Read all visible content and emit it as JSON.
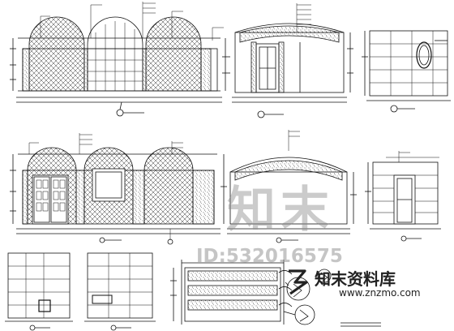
{
  "watermark": {
    "cn_text": "知末",
    "id_text": "ID:532016575"
  },
  "brand": {
    "name_cn": "知末资料库",
    "url": "www.znzmo.com",
    "logo_icon": "znzmo-logo-icon"
  },
  "colors": {
    "line": "#111111",
    "watermark": "#8c8c8c"
  }
}
